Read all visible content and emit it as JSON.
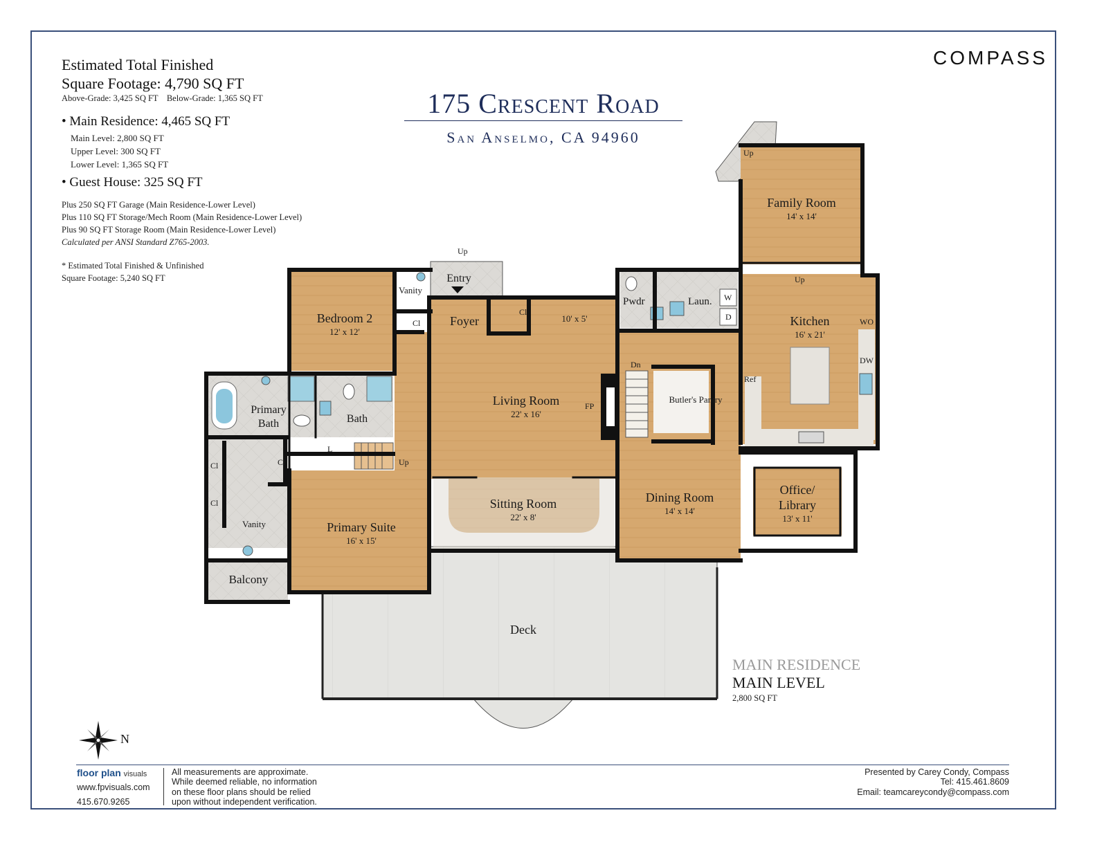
{
  "brand": {
    "logo_text": "COMPASS"
  },
  "summary": {
    "line1": "Estimated Total Finished",
    "line2": "Square Footage: 4,790 SQ FT",
    "grades": "Above-Grade: 3,425 SQ FT    Below-Grade: 1,365 SQ FT",
    "main_residence": "Main Residence: 4,465 SQ FT",
    "main_level": "Main Level: 2,800 SQ FT",
    "upper_level": "Upper Level: 300 SQ FT",
    "lower_level": "Lower Level: 1,365 SQ FT",
    "guest_house": "Guest House: 325 SQ FT",
    "plus_1": "Plus 250 SQ FT Garage (Main Residence-Lower Level)",
    "plus_2": "Plus 110 SQ FT Storage/Mech Room (Main Residence-Lower Level)",
    "plus_3": "Plus 90 SQ FT Storage Room (Main Residence-Lower Level)",
    "standard": "Calculated per ANSI Standard Z765-2003.",
    "est_1": "* Estimated Total Finished & Unfinished",
    "est_2": "Square Footage: 5,240 SQ FT"
  },
  "address": {
    "street": "175 Crescent Road",
    "city": "San Anselmo, CA 94960"
  },
  "level": {
    "residence": "MAIN RESIDENCE",
    "name": "MAIN LEVEL",
    "sqft": "2,800 SQ FT"
  },
  "compass_rose": {
    "label": "N",
    "icon": "compass-rose-icon"
  },
  "rooms": {
    "family_room": {
      "name": "Family Room",
      "dim": "14' x 14'"
    },
    "kitchen": {
      "name": "Kitchen",
      "dim": "16' x 21'"
    },
    "bedroom2": {
      "name": "Bedroom 2",
      "dim": "12' x 12'"
    },
    "living_room": {
      "name": "Living Room",
      "dim": "22' x 16'"
    },
    "sitting_room": {
      "name": "Sitting Room",
      "dim": "22' x 8'"
    },
    "dining_room": {
      "name": "Dining Room",
      "dim": "14' x 14'"
    },
    "office_line1": "Office/",
    "office_line2": "Library",
    "office_dim": "13' x 11'",
    "primary_suite": {
      "name": "Primary Suite",
      "dim": "16' x 15'"
    },
    "primary_bath_1": "Primary",
    "primary_bath_2": "Bath",
    "bath": "Bath",
    "foyer": "Foyer",
    "entry": "Entry",
    "hall": "10' x 5'",
    "butlers_pantry": "Butler's Pantry",
    "pwdr": "Pwdr",
    "laun": "Laun.",
    "balcony": "Balcony",
    "deck": "Deck",
    "vanity_top": "Vanity",
    "vanity_bottom": "Vanity"
  },
  "fixtures": {
    "up": "Up",
    "dn": "Dn",
    "fp": "FP",
    "cl": "Cl",
    "l": "L",
    "w": "W",
    "d": "D",
    "wo": "WO",
    "dw": "DW",
    "ref": "Ref"
  },
  "footer": {
    "fp_brand_1": "floor plan",
    "fp_brand_2": "visuals",
    "website": "www.fpvisuals.com",
    "phone": "415.670.9265",
    "disclaimer_1": "All measurements are approximate.",
    "disclaimer_2": "While deemed reliable, no information",
    "disclaimer_3": "on these floor plans should be relied",
    "disclaimer_4": "upon without independent verification.",
    "presented_by": "Presented by Carey Condy, Compass",
    "tel": "Tel: 415.461.8609",
    "email": "Email: teamcareycondy@compass.com"
  },
  "colors": {
    "accent_navy": "#1e2d5a",
    "room_wood": "#d4a56c",
    "deck_gray": "#e2e2df",
    "frame": "#3a4f7a"
  }
}
